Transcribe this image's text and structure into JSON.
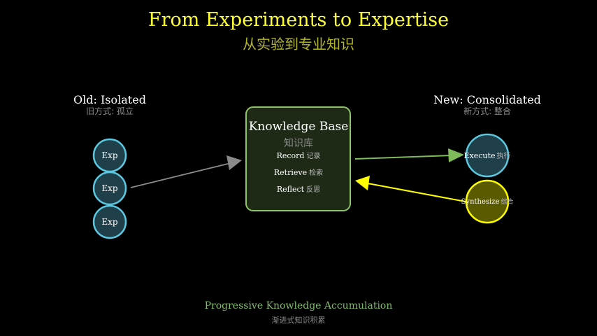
{
  "title": "From Experiments to Expertise",
  "subtitle": "从实验到专业知识",
  "old": {
    "heading": "Old: Isolated",
    "heading_cn": "旧方式: 孤立",
    "nodes": [
      "Exp",
      "Exp",
      "Exp"
    ]
  },
  "knowledge_base": {
    "title": "Knowledge Base",
    "title_cn": "知识库",
    "items": [
      {
        "en": "Record",
        "cn": "记录"
      },
      {
        "en": "Retrieve",
        "cn": "检索"
      },
      {
        "en": "Reflect",
        "cn": "反思"
      }
    ]
  },
  "new": {
    "heading": "New: Consolidated",
    "heading_cn": "新方式: 整合",
    "execute": {
      "en": "Execute",
      "cn": "执行"
    },
    "synthesize": {
      "en": "Synthesize",
      "cn": "综合"
    }
  },
  "footer": {
    "title": "Progressive Knowledge Accumulation",
    "title_cn": "渐进式知识积累"
  },
  "colors": {
    "title": "#ffff33",
    "subtitle": "#b5b52a",
    "node_fill": "#1f3f4a",
    "node_stroke": "#5bc8e0",
    "kb_fill": "#1e2a16",
    "kb_stroke": "#8fc46a",
    "synth_fill": "#5a5a00",
    "synth_stroke": "#ffff00",
    "footer": "#7fba6a",
    "muted": "#8a8a8a"
  }
}
